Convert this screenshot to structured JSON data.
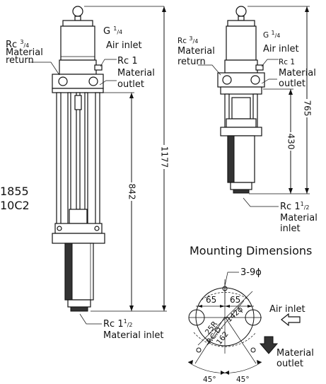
{
  "model_partial": {
    "line1": "1855",
    "line2": "10C2"
  },
  "left_pump": {
    "return_label": {
      "rc": "Rc ",
      "frac": "3/4",
      "l1": "Material",
      "l2": "return"
    },
    "air_label": {
      "g": "G ",
      "frac": "1/4",
      "l1": "Air inlet"
    },
    "outlet_label": {
      "rc": "Rc 1",
      "l1": "Material",
      "l2": "outlet"
    },
    "inlet_label": {
      "rc": "Rc 1",
      "frac": "1/2",
      "l1": "Material inlet"
    },
    "dim_total": "1177",
    "dim_lower": "842"
  },
  "right_pump": {
    "return_label": {
      "rc": "Rc ",
      "frac": "3/4",
      "l1": "Material",
      "l2": "return"
    },
    "air_label": {
      "g": "G ",
      "frac": "1/4",
      "l1": "Air inlet"
    },
    "outlet_label": {
      "rc": "Rc 1",
      "l1": "Material",
      "l2": "outlet"
    },
    "inlet_label": {
      "rc": "Rc 1",
      "frac": "1/2",
      "l1": "Material",
      "l2": "inlet"
    },
    "dim_total": "765",
    "dim_lower": "430"
  },
  "mounting": {
    "title": "Mounting Dimensions",
    "holes": "3-9ϕ",
    "dim_a": "65",
    "dim_b": "65",
    "radius": "25R",
    "diameter": "142ϕ",
    "pcd_label": "P.C.D.",
    "pcd_value": "162",
    "air_inlet": "Air inlet",
    "mat_outlet_l1": "Material",
    "mat_outlet_l2": "outlet",
    "angle_left": "45°",
    "angle_right": "45°"
  }
}
